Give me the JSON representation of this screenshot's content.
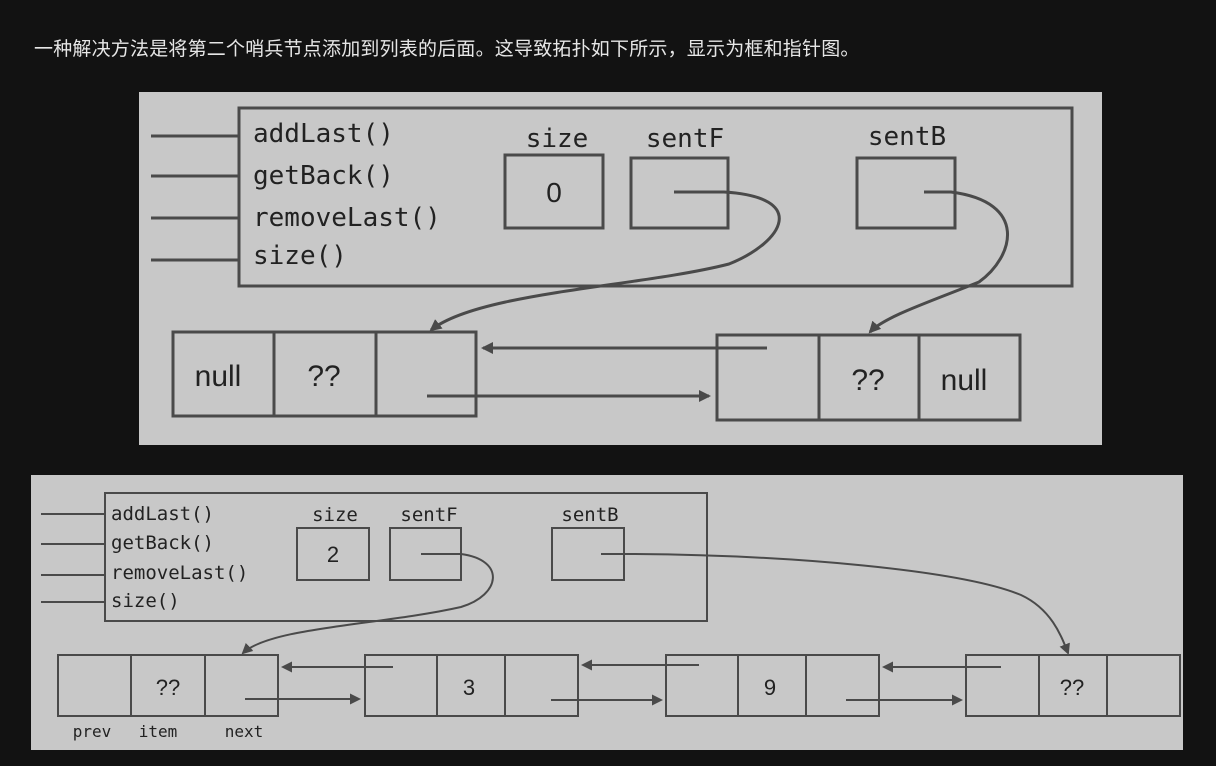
{
  "caption": "一种解决方法是将第二个哨兵节点添加到列表的后面。这导致拓扑如下所示，显示为框和指针图。",
  "diagram1": {
    "methods": [
      "addLast()",
      "getBack()",
      "removeLast()",
      "size()"
    ],
    "fields": {
      "size_label": "size",
      "size_value": "0",
      "sentF_label": "sentF",
      "sentB_label": "sentB"
    },
    "node_front": {
      "prev": "null",
      "item": "??"
    },
    "node_back": {
      "item": "??",
      "next": "null"
    }
  },
  "diagram2": {
    "methods": [
      "addLast()",
      "getBack()",
      "removeLast()",
      "size()"
    ],
    "fields": {
      "size_label": "size",
      "size_value": "2",
      "sentF_label": "sentF",
      "sentB_label": "sentB"
    },
    "nodes": [
      {
        "item": "??"
      },
      {
        "item": "3"
      },
      {
        "item": "9"
      },
      {
        "item": "??"
      }
    ],
    "node_labels": {
      "prev": "prev",
      "item": "item",
      "next": "next"
    }
  }
}
